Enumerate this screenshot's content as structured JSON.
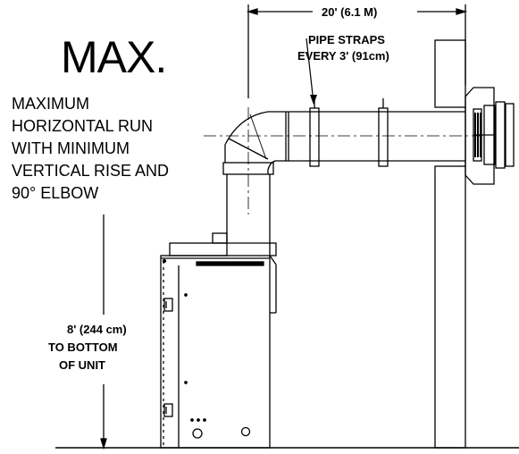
{
  "title": "MAX.",
  "description_lines": [
    "MAXIMUM",
    "HORIZONTAL RUN",
    "WITH MINIMUM",
    "VERTICAL RISE AND",
    "90° ELBOW"
  ],
  "horizontal_dimension": "20' (6.1 M)",
  "pipe_straps_lines": [
    "PIPE STRAPS",
    "EVERY 3' (91cm)"
  ],
  "vertical_dimension_lines": [
    "8' (244 cm)",
    "TO BOTTOM",
    "OF UNIT"
  ]
}
